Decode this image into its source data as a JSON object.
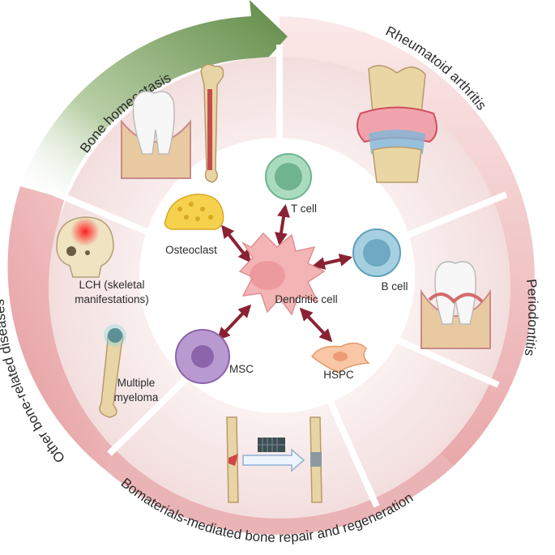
{
  "ring_labels": {
    "bone_homeostasis": "Bone homeostasis",
    "rheumatoid_arthritis": "Rheumatoid arthritis",
    "periodontitis": "Periodontitis",
    "biomaterials": "Bomaterials-mediated bone repair and regeneration",
    "other_diseases": "Other bone-related diseases"
  },
  "segment_labels": {
    "lch_line1": "LCH (skeletal",
    "lch_line2": "manifestations)",
    "myeloma_line1": "Multiple",
    "myeloma_line2": "myeloma"
  },
  "cells": {
    "center": "Dendritic cell",
    "osteoclast": "Osteoclast",
    "t_cell": "T cell",
    "b_cell": "B cell",
    "hspc": "HSPC",
    "msc": "MSC"
  },
  "colors": {
    "green_arrow": "#7a9e5f",
    "pink_ring": "#e8a5a8",
    "segment_fill": "#f6e6e6",
    "arrow": "#8b2233",
    "dc_fill": "#f3b4b5"
  }
}
